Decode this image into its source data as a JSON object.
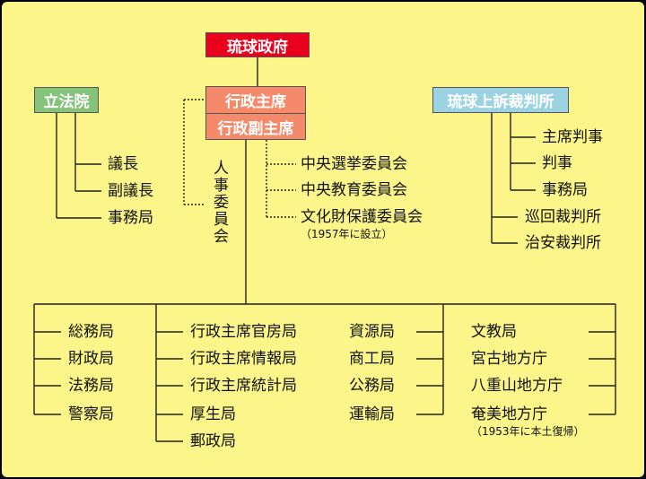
{
  "colors": {
    "background": "#fcf58a",
    "government": "#e8001c",
    "executive": "#f58a6a",
    "legislature": "#85c27a",
    "court": "#9cd3e3"
  },
  "government": {
    "label": "琉球政府"
  },
  "legislature": {
    "label": "立法院",
    "items": [
      "議長",
      "副議長",
      "事務局"
    ]
  },
  "executive": {
    "chief": "行政主席",
    "deputy": "行政副主席",
    "personnel_committee": "人事委員会",
    "committees": [
      "中央選挙委員会",
      "中央教育委員会",
      "文化財保護委員会"
    ],
    "committee_note": "（1957年に設立）"
  },
  "court": {
    "label": "琉球上訴裁判所",
    "items": [
      "主席判事",
      "判事",
      "事務局"
    ],
    "sub_courts": [
      "巡回裁判所",
      "治安裁判所"
    ]
  },
  "bureaus": {
    "col1": [
      "総務局",
      "財政局",
      "法務局",
      "警察局"
    ],
    "col2": [
      "行政主席官房局",
      "行政主席情報局",
      "行政主席統計局",
      "厚生局",
      "郵政局"
    ],
    "col3": [
      "資源局",
      "商工局",
      "公務局",
      "運輸局"
    ],
    "col4": [
      "文教局",
      "宮古地方庁",
      "八重山地方庁",
      "奄美地方庁"
    ],
    "col4_note": "（1953年に本土復帰）"
  }
}
